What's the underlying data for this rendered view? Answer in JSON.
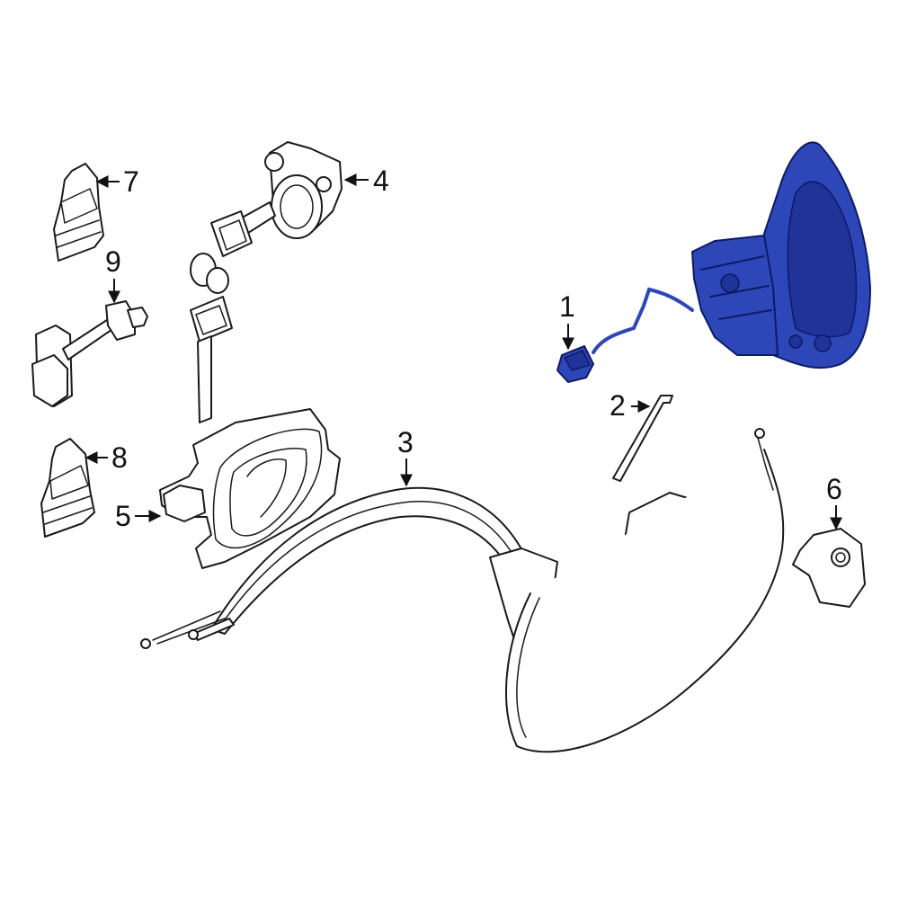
{
  "diagram": {
    "highlight_color": "#2e47b8",
    "line_color": "#1a1a1a",
    "background": "#ffffff"
  },
  "callouts": {
    "c1": "1",
    "c2": "2",
    "c3": "3",
    "c4": "4",
    "c5": "5",
    "c6": "6",
    "c7": "7",
    "c8": "8",
    "c9": "9"
  }
}
